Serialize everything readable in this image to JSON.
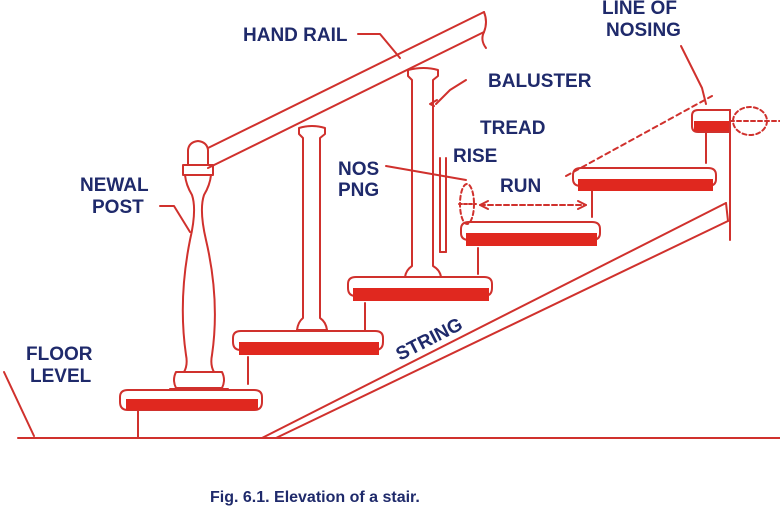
{
  "colors": {
    "line": "#d0312d",
    "fill": "#e0281f",
    "text": "#1f2a6b",
    "background": "#ffffff"
  },
  "labels": {
    "hand_rail": "HAND RAIL",
    "line_of_nosing_1": "LINE OF",
    "line_of_nosing_2": "NOSING",
    "baluster": "BALUSTER",
    "tread": "TREAD",
    "rise": "RISE",
    "nosing_1": "NOS",
    "nosing_2": "PNG",
    "run": "RUN",
    "newal_post_1": "NEWAL",
    "newal_post_2": "POST",
    "string": "STRING",
    "floor_level_1": "FLOOR",
    "floor_level_2": "LEVEL"
  },
  "caption": "Fig. 6.1.  Elevation of a stair."
}
